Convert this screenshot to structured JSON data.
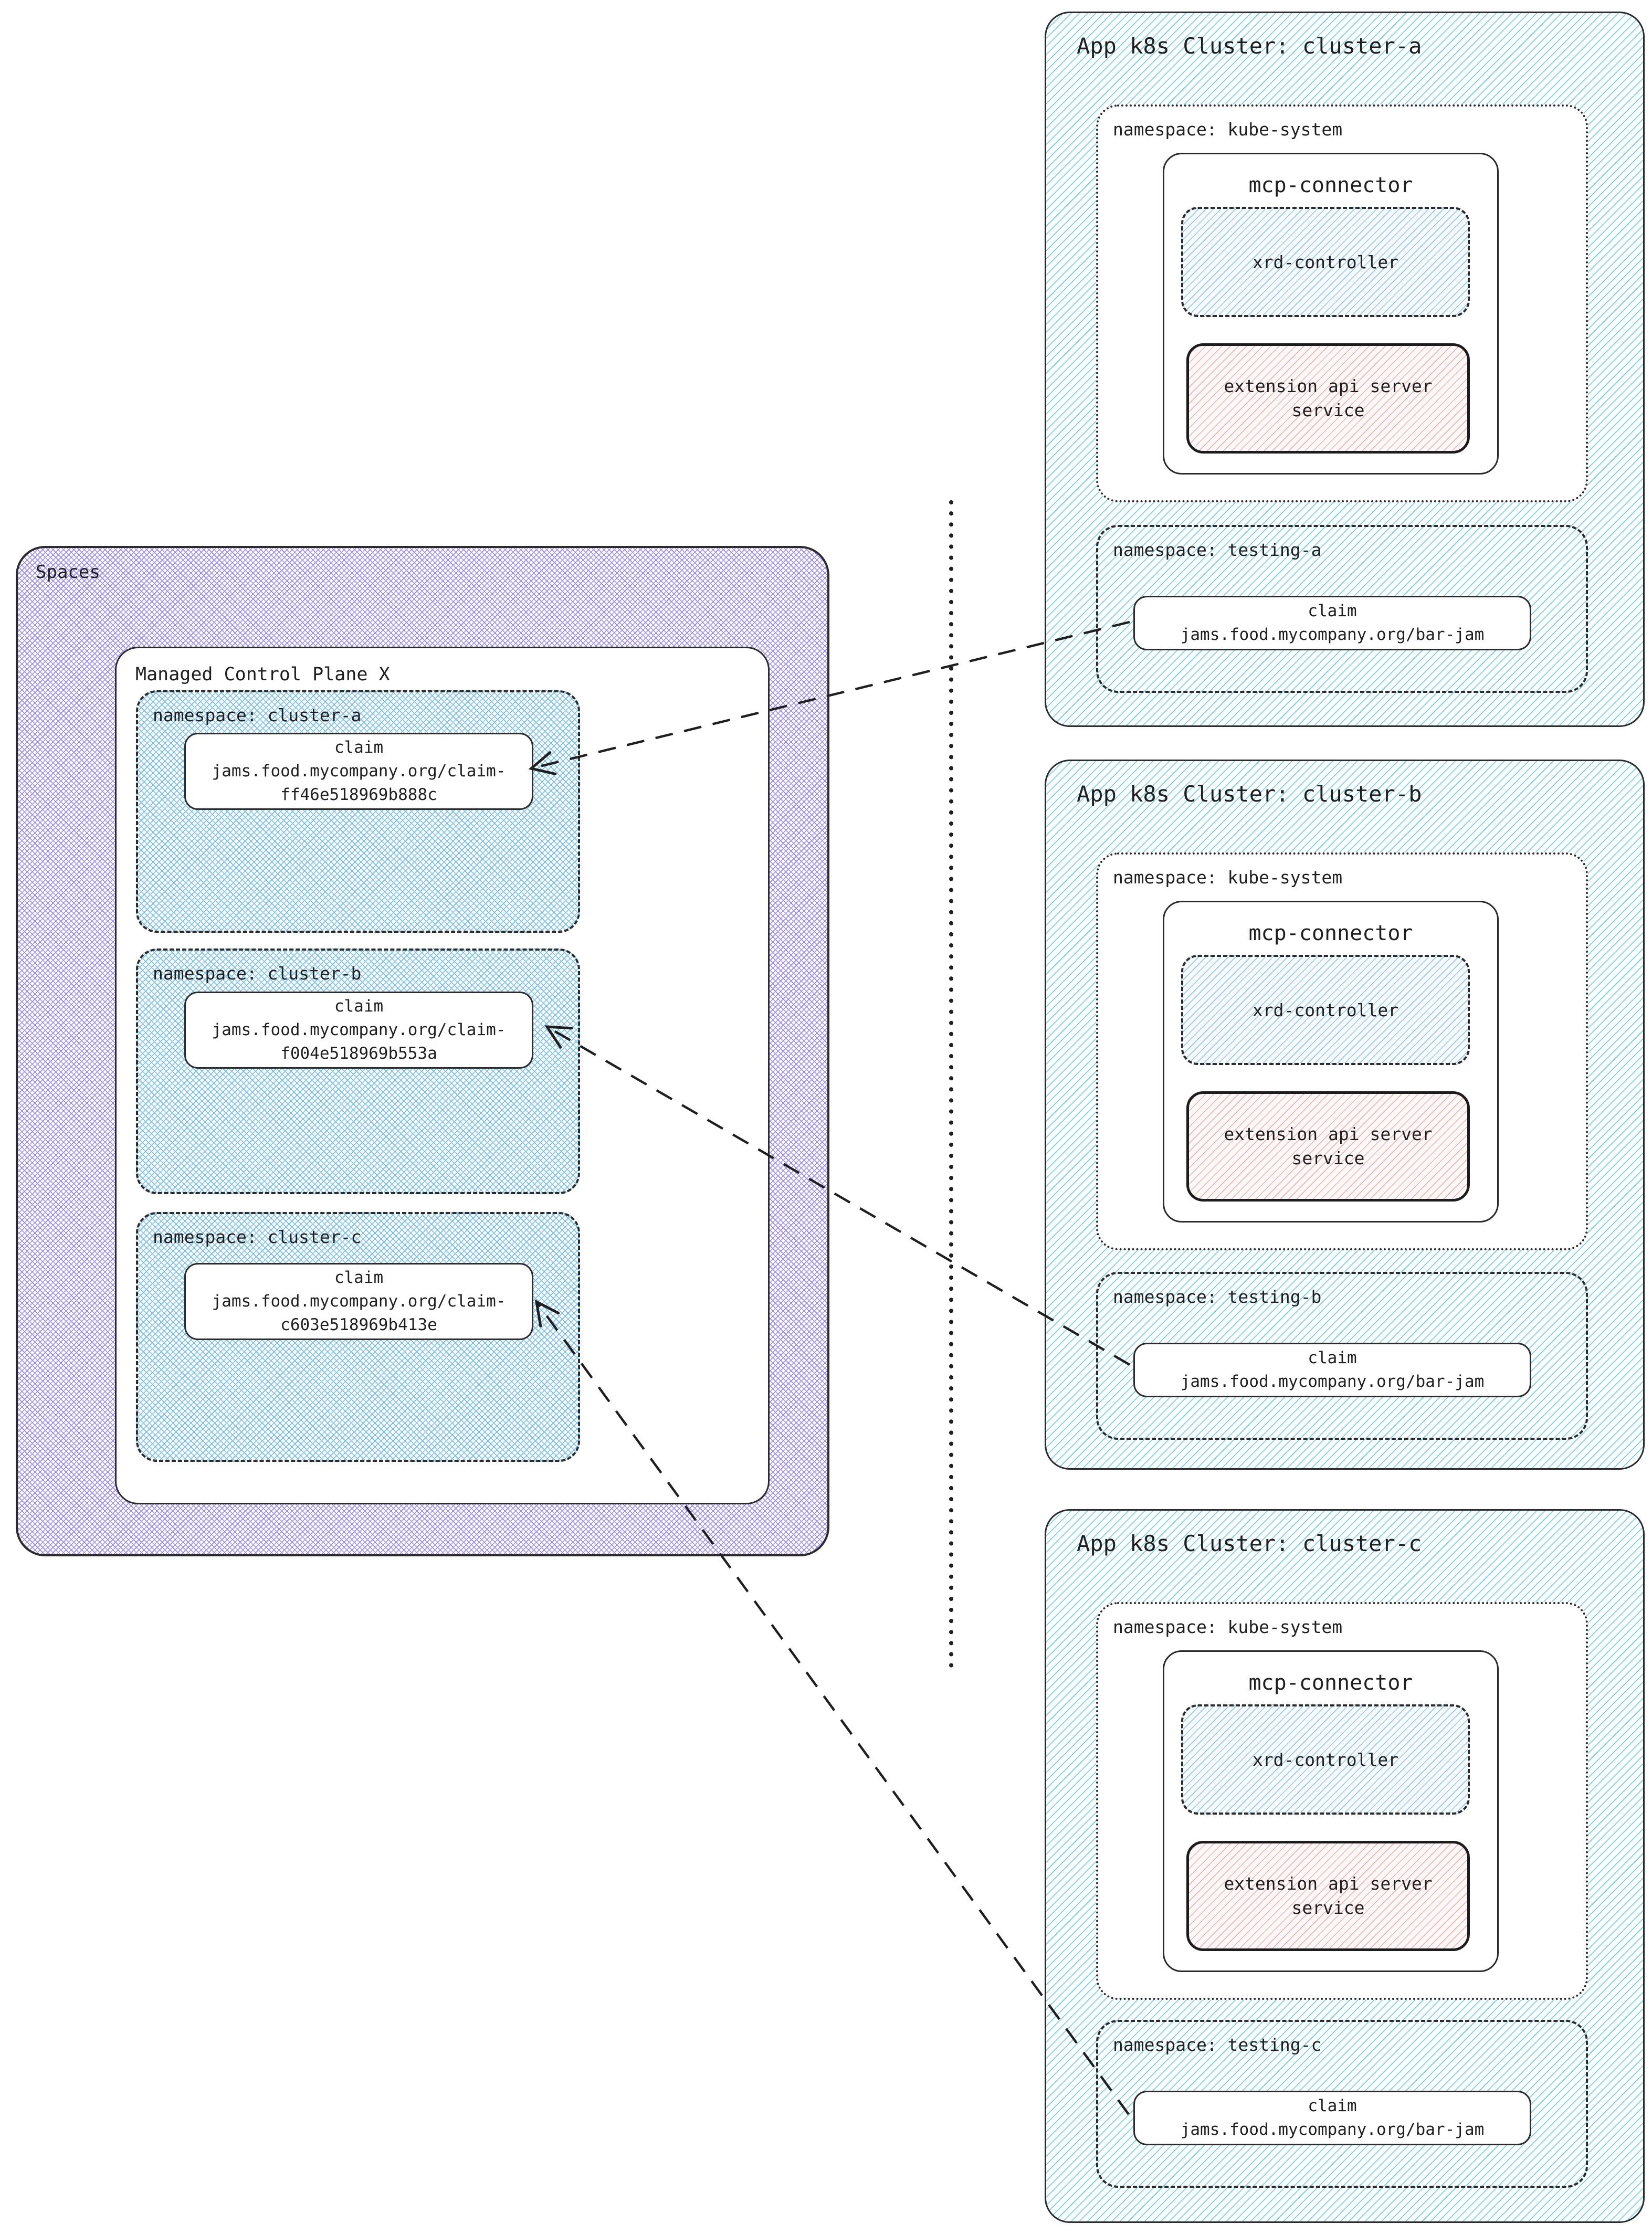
{
  "colors": {
    "ink": "#1f1f1f",
    "cluster-hatch": "#7ed2ea",
    "spaces-hatch": "#9a8bef",
    "namespace-hatch": "#7bbde6",
    "xrd-hatch": "#9cc6ec",
    "extension-hatch": "#f0b3b3"
  },
  "spaces": {
    "label": "Spaces",
    "control_plane": {
      "title": "Managed Control Plane X",
      "namespaces": [
        {
          "label": "namespace: cluster-a",
          "claim": {
            "title": "claim",
            "lines": [
              "jams.food.mycompany.org/claim-",
              "ff46e518969b888c"
            ]
          }
        },
        {
          "label": "namespace: cluster-b",
          "claim": {
            "title": "claim",
            "lines": [
              "jams.food.mycompany.org/claim-",
              "f004e518969b553a"
            ]
          }
        },
        {
          "label": "namespace: cluster-c",
          "claim": {
            "title": "claim",
            "lines": [
              "jams.food.mycompany.org/claim-",
              "c603e518969b413e"
            ]
          }
        }
      ]
    }
  },
  "clusters": [
    {
      "title": "App k8s Cluster: cluster-a",
      "kube_system": {
        "label": "namespace: kube-system",
        "connector": {
          "title": "mcp-connector",
          "xrd": "xrd-controller",
          "extension": [
            "extension api server",
            "service"
          ]
        }
      },
      "testing": {
        "label": "namespace: testing-a",
        "claim": {
          "title": "claim",
          "lines": [
            "jams.food.mycompany.org/bar-jam"
          ]
        }
      }
    },
    {
      "title": "App k8s Cluster: cluster-b",
      "kube_system": {
        "label": "namespace: kube-system",
        "connector": {
          "title": "mcp-connector",
          "xrd": "xrd-controller",
          "extension": [
            "extension api server",
            "service"
          ]
        }
      },
      "testing": {
        "label": "namespace: testing-b",
        "claim": {
          "title": "claim",
          "lines": [
            "jams.food.mycompany.org/bar-jam"
          ]
        }
      }
    },
    {
      "title": "App k8s Cluster: cluster-c",
      "kube_system": {
        "label": "namespace: kube-system",
        "connector": {
          "title": "mcp-connector",
          "xrd": "xrd-controller",
          "extension": [
            "extension api server",
            "service"
          ]
        }
      },
      "testing": {
        "label": "namespace: testing-c",
        "claim": {
          "title": "claim",
          "lines": [
            "jams.food.mycompany.org/bar-jam"
          ]
        }
      }
    }
  ]
}
